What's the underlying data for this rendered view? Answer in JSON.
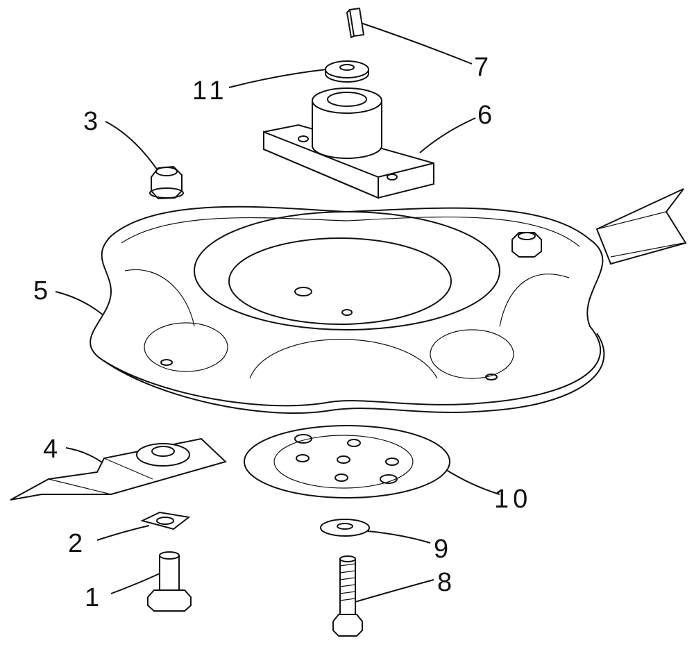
{
  "parts": [
    {
      "id": "1",
      "label": "1"
    },
    {
      "id": "2",
      "label": "2"
    },
    {
      "id": "3",
      "label": "3"
    },
    {
      "id": "4",
      "label": "4"
    },
    {
      "id": "5",
      "label": "5"
    },
    {
      "id": "6",
      "label": "6"
    },
    {
      "id": "7",
      "label": "7"
    },
    {
      "id": "8",
      "label": "8"
    },
    {
      "id": "9",
      "label": "9"
    },
    {
      "id": "10",
      "label": "10"
    },
    {
      "id": "11",
      "label": "11"
    }
  ]
}
